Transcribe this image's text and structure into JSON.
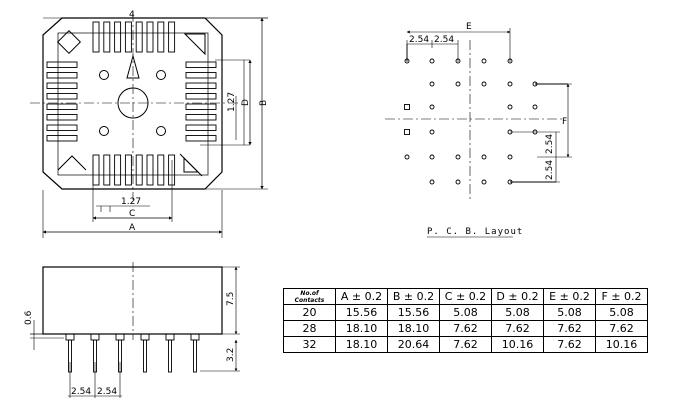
{
  "top_view": {
    "pin1_marker": "4",
    "dim_a": "A",
    "dim_b": "B",
    "dim_c": "C",
    "dim_d": "D",
    "pitch_horizontal": "1.27",
    "pitch_vertical": "1.27"
  },
  "pcb_layout": {
    "title": "P. C. B.  Layout",
    "dim_e": "E",
    "dim_f": "F",
    "pitch_top_1": "2.54",
    "pitch_top_2": "2.54",
    "pitch_side_1": "2.54",
    "pitch_side_2": "2.54"
  },
  "side_view": {
    "height": "7.5",
    "standoff": "0.6",
    "pin_length": "3.2",
    "pitch_1": "2.54",
    "pitch_2": "2.54"
  },
  "table": {
    "contacts_header_line1": "No.of",
    "contacts_header_line2": "Contacts",
    "columns": [
      "A ± 0.2",
      "B ± 0.2",
      "C ± 0.2",
      "D ± 0.2",
      "E ± 0.2",
      "F ± 0.2"
    ],
    "rows": [
      {
        "contacts": "20",
        "values": [
          "15.56",
          "15.56",
          "5.08",
          "5.08",
          "5.08",
          "5.08"
        ]
      },
      {
        "contacts": "28",
        "values": [
          "18.10",
          "18.10",
          "7.62",
          "7.62",
          "7.62",
          "7.62"
        ]
      },
      {
        "contacts": "32",
        "values": [
          "18.10",
          "20.64",
          "7.62",
          "10.16",
          "7.62",
          "10.16"
        ]
      }
    ]
  }
}
